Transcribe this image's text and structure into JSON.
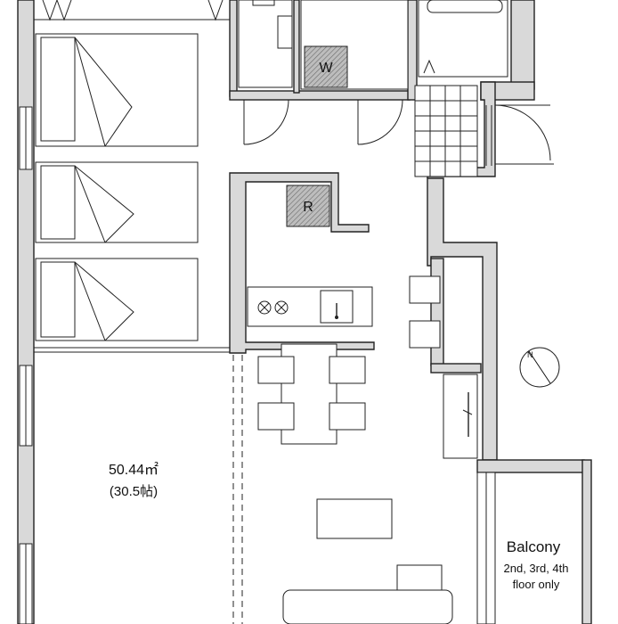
{
  "floor_plan": {
    "area_label": "50.44㎡",
    "tatami_label": "(30.5帖)",
    "washer_label": "W",
    "fridge_label": "R",
    "balcony": {
      "title": "Balcony",
      "note_line1": "2nd, 3rd, 4th",
      "note_line2": "floor only"
    }
  }
}
